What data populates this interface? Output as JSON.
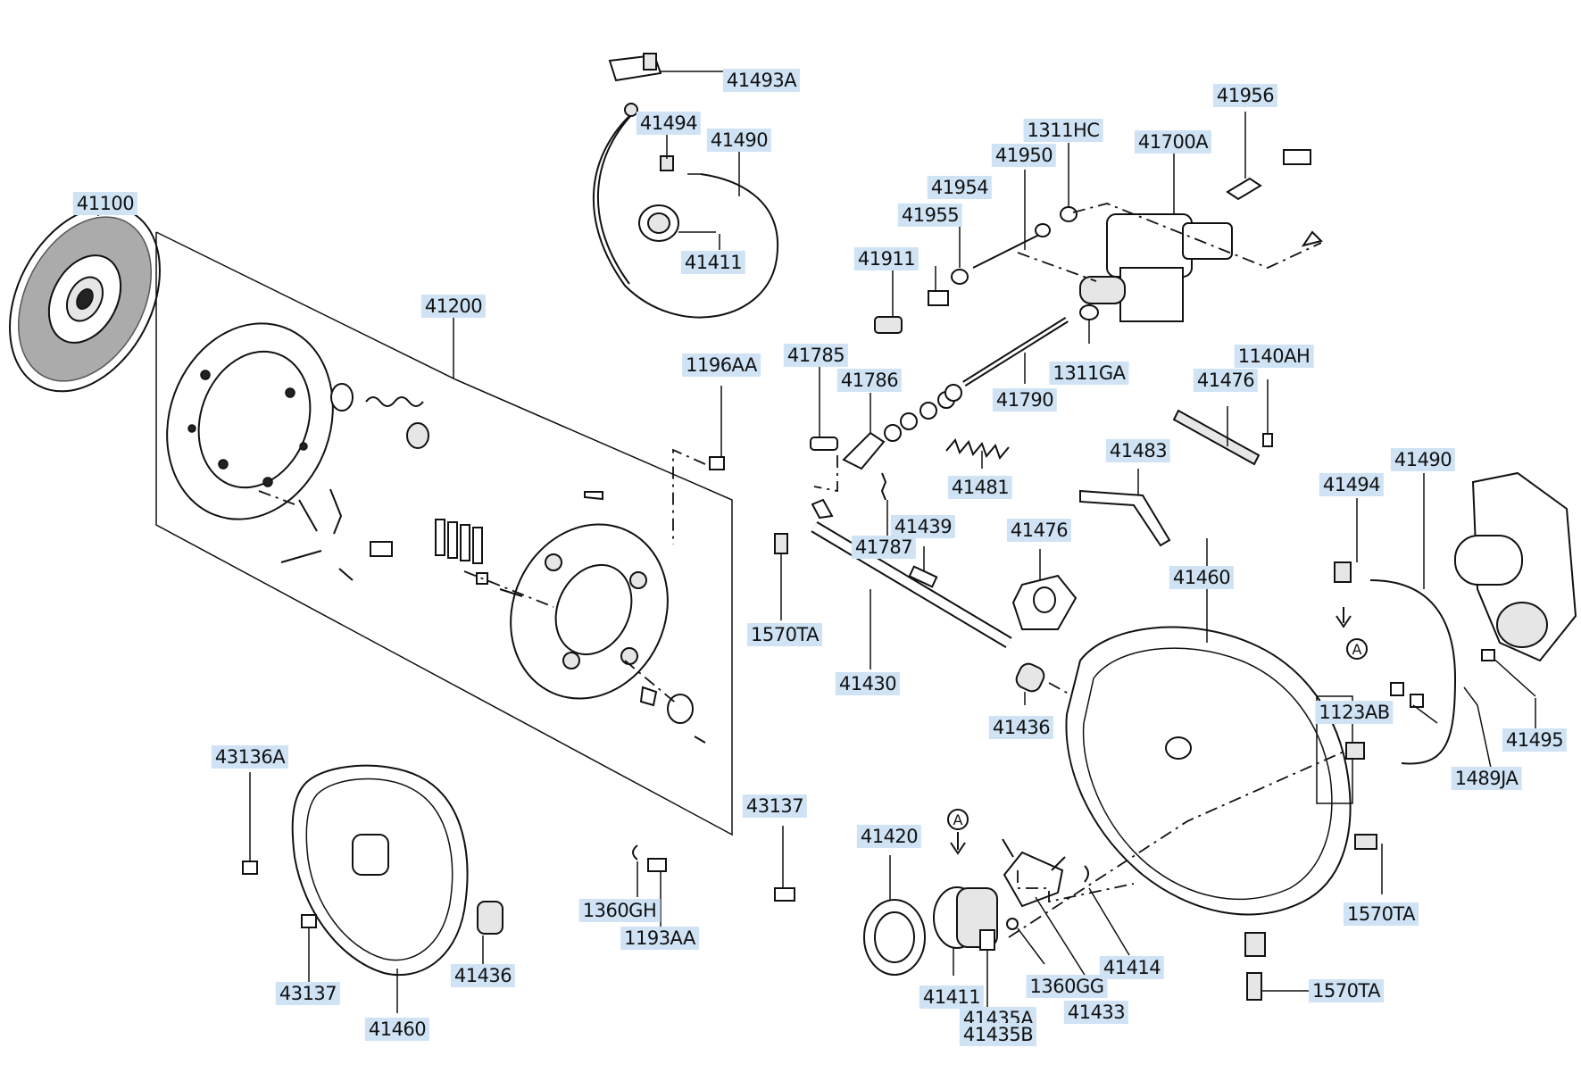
{
  "labels": {
    "p41100": "41100",
    "p41200": "41200",
    "p41493A": "41493A",
    "p41494_top": "41494",
    "p41490_top": "41490",
    "p41411_top": "41411",
    "p1196AA": "1196AA",
    "p43136A": "43136A",
    "p43137_left": "43137",
    "p41460_left": "41460",
    "p41436_left": "41436",
    "p1360GH": "1360GH",
    "p1193AA": "1193AA",
    "p43137_mid": "43137",
    "p41956": "41956",
    "p1311HC": "1311HC",
    "p41700A": "41700A",
    "p41950": "41950",
    "p41954": "41954",
    "p41955": "41955",
    "p41911": "41911",
    "p41785": "41785",
    "p41786": "41786",
    "p1311GA": "1311GA",
    "p41790": "41790",
    "p1140AH": "1140AH",
    "p41476_top": "41476",
    "p41481": "41481",
    "p41483": "41483",
    "p41439": "41439",
    "p41787": "41787",
    "p41476_mid": "41476",
    "p1570TA_left": "1570TA",
    "p41430": "41430",
    "p41460_right": "41460",
    "p41436_mid": "41436",
    "p41494_right": "41494",
    "p41490_right": "41490",
    "p1123AB": "1123AB",
    "p41495": "41495",
    "p1489JA": "1489JA",
    "p41420": "41420",
    "p41411_bottom": "41411",
    "p41435A": "41435A",
    "p41435B": "41435B",
    "p1360GG": "1360GG",
    "p41433": "41433",
    "p41414": "41414",
    "p1570TA_right": "1570TA",
    "p1570TA_bottom": "1570TA"
  },
  "markers": {
    "circle_a": "A"
  },
  "colors": {
    "label_background": "#cfe3f5",
    "line": "#111111"
  }
}
